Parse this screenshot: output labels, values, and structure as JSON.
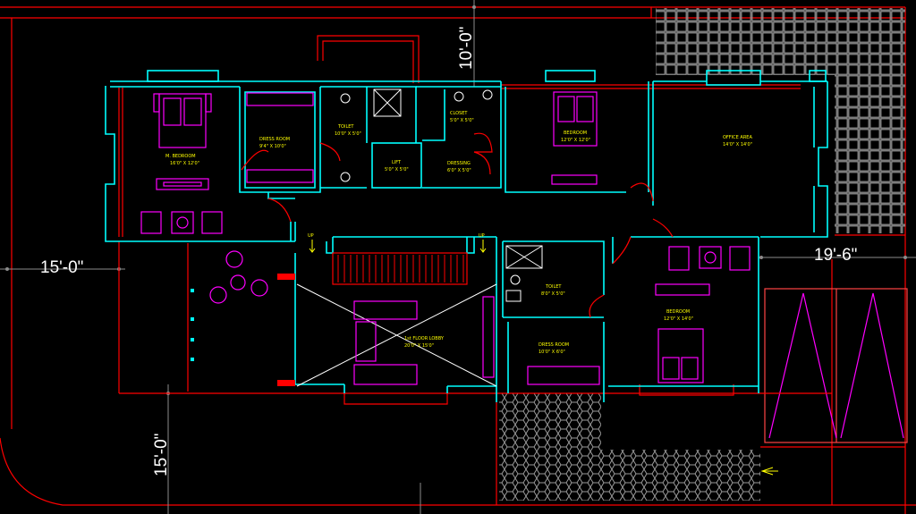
{
  "dimensions": {
    "left": "15'-0\"",
    "top": "10'-0\"",
    "right": "19'-6\"",
    "bottom": "15'-0\""
  },
  "rooms": {
    "master_bedroom_title": "M. BEDROOM",
    "master_bedroom_size": "16'0\" X 12'0\"",
    "dressing_room_title": "DRESS ROOM",
    "dressing_room_size": "9'4\" X 10'0\"",
    "toilet_title": "TOILET",
    "toilet_size": "10'0\" X 5'0\"",
    "lift_title": "LIFT",
    "lift_size": "5'0\" X 5'0\"",
    "closet_title": "CLOSET",
    "closet_size": "5'0\" X 5'0\"",
    "dressing_title": "DRESSING",
    "dressing_size": "6'0\" X 5'0\"",
    "bedroom2_title": "BEDROOM",
    "bedroom2_size": "12'0\" X 12'0\"",
    "office_title": "OFFICE AREA",
    "office_size": "14'0\" X 14'0\"",
    "toilet2_title": "TOILET",
    "toilet2_size": "8'0\" X 5'0\"",
    "lobby_title": "1st FLOOR LOBBY",
    "lobby_size": "20'0\" X 15'0\"",
    "dress_room2_title": "DRESS ROOM",
    "dress_room2_size": "10'0\" X 6'0\"",
    "bedroom3_title": "BEDROOM",
    "bedroom3_size": "12'0\" X 14'0\"",
    "up_left": "UP",
    "up_right": "UP"
  },
  "colors": {
    "walls": "#00ffff",
    "outline": "#ff0000",
    "furniture": "#ff00ff",
    "labels": "#ffff00",
    "dimensions": "#ffffff"
  }
}
